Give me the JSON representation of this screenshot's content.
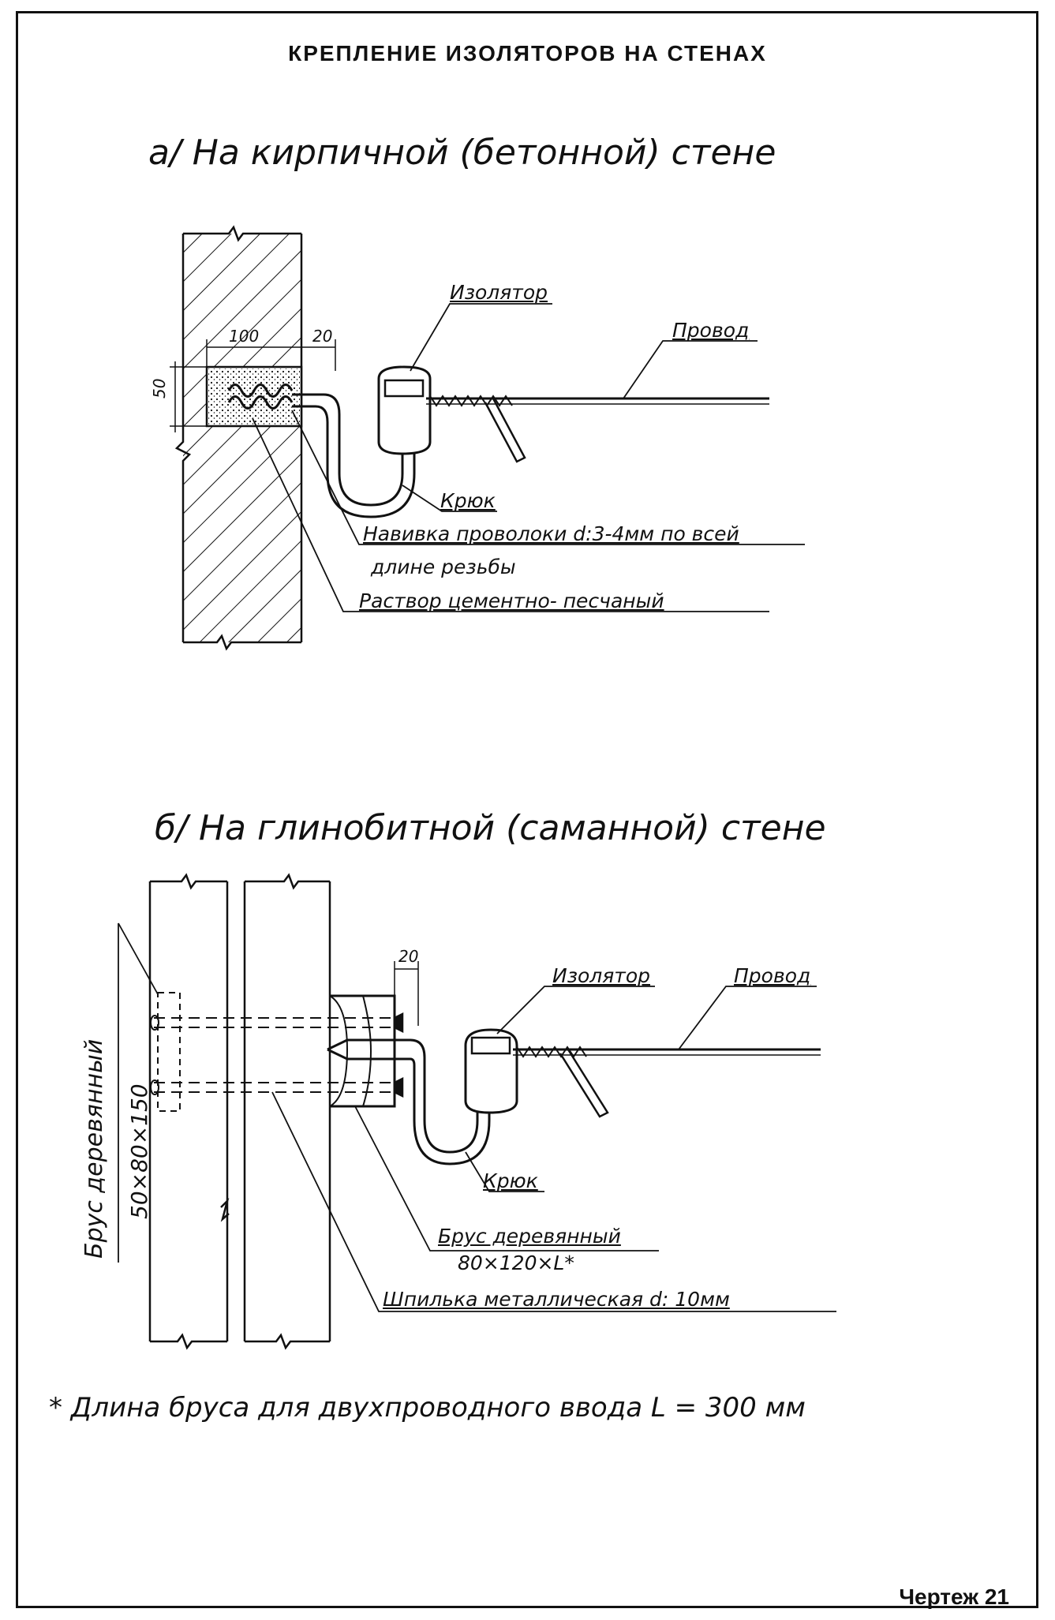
{
  "title": "КРЕПЛЕНИЕ ИЗОЛЯТОРОВ НА СТЕНАХ",
  "section_a": {
    "heading": "а/ На кирпичной (бетонной) стене",
    "insulator": "Изолятор",
    "wire": "Провод",
    "hook": "Крюк",
    "winding": "Навивка проволоки d:3-4мм по всей",
    "winding_cont": "длине резьбы",
    "mortar": "Раствор цементно- песчаный",
    "dim_100": "100",
    "dim_20": "20",
    "dim_50": "50"
  },
  "section_b": {
    "heading": "б/ На глинобитной (саманной) стене",
    "insulator": "Изолятор",
    "wire": "Провод",
    "hook": "Крюк",
    "beam": "Брус деревянный",
    "beam_size": "80×120×L*",
    "stud": "Шпилька металлическая d: 10мм",
    "dim_20": "20",
    "side_beam": "Брус деревянный",
    "side_beam_size": "50×80×150"
  },
  "footnote": "* Длина бруса для двухпроводного ввода  L = 300 мм",
  "sheet_label": "Чертеж 21"
}
